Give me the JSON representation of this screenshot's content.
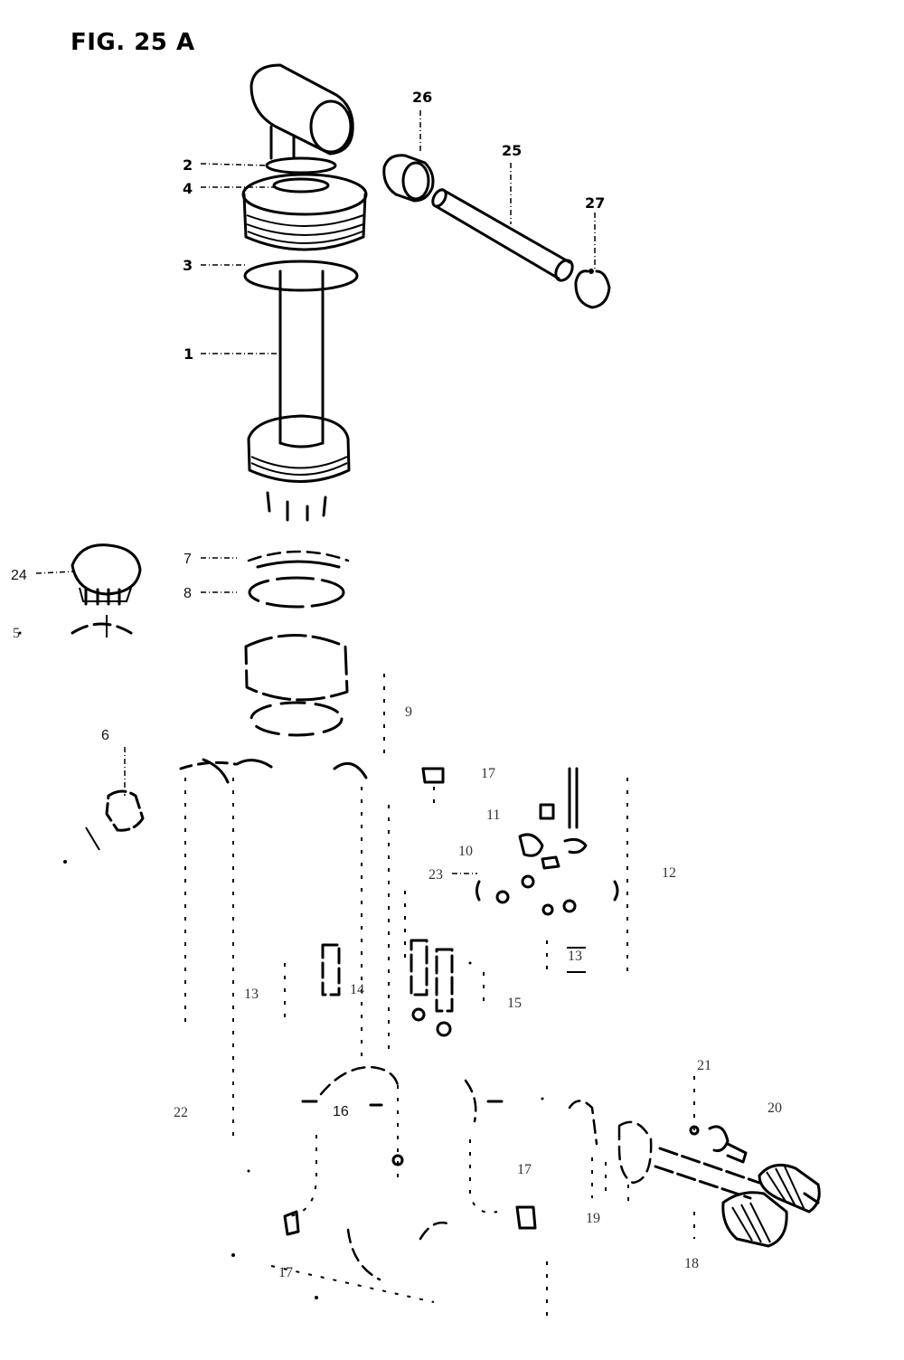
{
  "figure": {
    "title": "FIG. 25  A"
  },
  "callouts": {
    "c1": "1",
    "c2": "2",
    "c3": "3",
    "c4": "4",
    "c5": "5",
    "c6": "6",
    "c7": "7",
    "c8": "8",
    "c9": "9",
    "c10": "10",
    "c11": "11",
    "c12": "12",
    "c13a": "13",
    "c13b": "13",
    "c14": "14",
    "c15": "15",
    "c16": "16",
    "c17a": "17",
    "c17b": "17",
    "c17c": "17",
    "c18": "18",
    "c19": "19",
    "c20": "20",
    "c21": "21",
    "c22": "22",
    "c23": "23",
    "c24": "24",
    "c25": "25",
    "c26": "26",
    "c27": "27"
  }
}
